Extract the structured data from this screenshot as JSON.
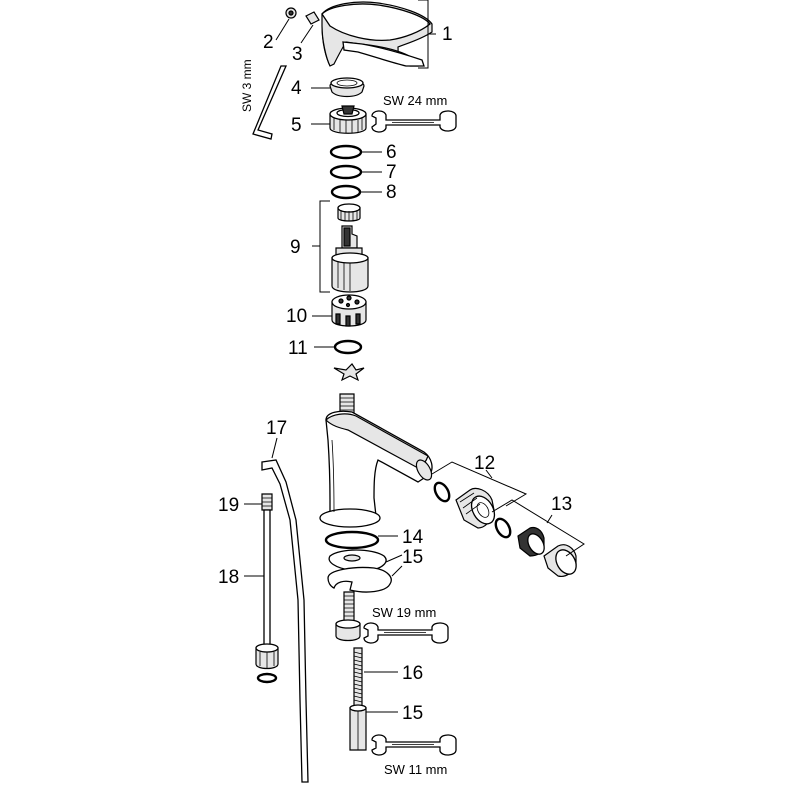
{
  "labels": {
    "p1": "1",
    "p2": "2",
    "p3": "3",
    "p4": "4",
    "p5": "5",
    "p6": "6",
    "p7": "7",
    "p8": "8",
    "p9": "9",
    "p10": "10",
    "p11": "11",
    "p12": "12",
    "p13": "13",
    "p14": "14",
    "p15a": "15",
    "p15b": "15",
    "p16": "16",
    "p17": "17",
    "p18": "18",
    "p19": "19"
  },
  "tools": {
    "allen": "SW 3 mm",
    "wrench24": "SW 24 mm",
    "wrench19": "SW 19 mm",
    "wrench11": "SW 11 mm"
  }
}
